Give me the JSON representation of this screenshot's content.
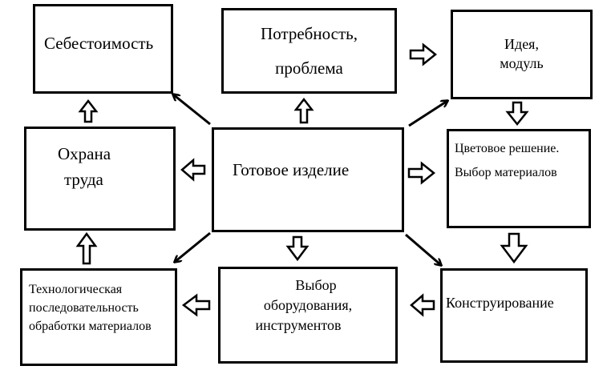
{
  "boxes": {
    "sebestoimost": "Себестоимость",
    "potrebnost_line1": "Потребность,",
    "potrebnost_line2": "проблема",
    "ideya_line1": "Идея,",
    "ideya_line2": "модуль",
    "ohrana_line1": "Охрана",
    "ohrana_line2": "труда",
    "gotovoe": "Готовое изделие",
    "cvet_line1": "Цветовое решение.",
    "cvet_line2": "Выбор материалов",
    "tech_line1": "Технологическая",
    "tech_line2": "последовательность",
    "tech_line3": "обработки материалов",
    "vybor_line1": "Выбор",
    "vybor_line2": "оборудования,",
    "vybor_line3": "инструментов",
    "konstr": "Конструирование"
  }
}
